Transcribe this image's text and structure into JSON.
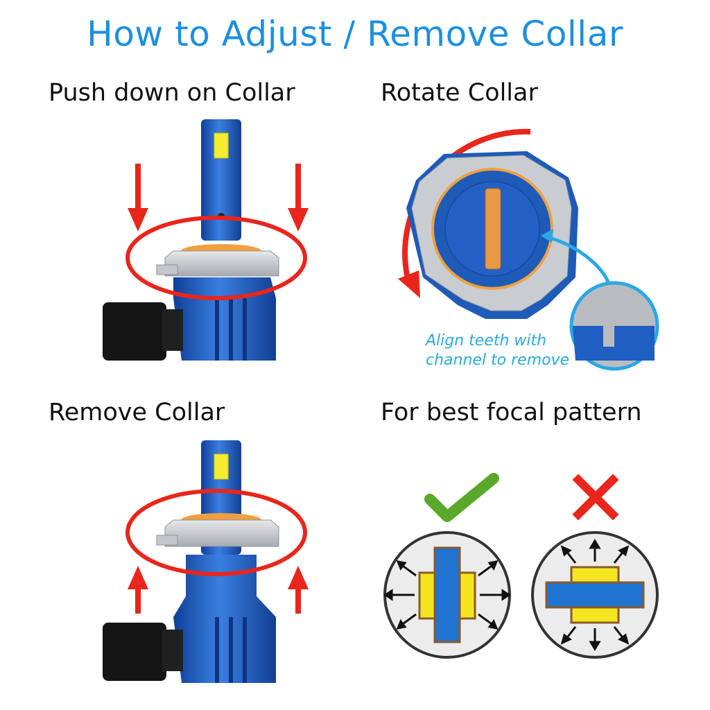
{
  "title": "How to Adjust / Remove Collar",
  "steps": [
    {
      "heading": "Push down on Collar"
    },
    {
      "heading": "Rotate Collar",
      "caption_line1": "Align teeth with",
      "caption_line2": "channel to remove"
    },
    {
      "heading": "Remove Collar"
    },
    {
      "heading": "For best focal pattern"
    }
  ],
  "icons": [
    "check-icon",
    "x-icon"
  ],
  "colors": {
    "title": "#1d8fe0",
    "arrow": "#e8261c",
    "bulb_blue": "#1f5fc2",
    "collar": "#c9ccd0",
    "caption": "#2ba7e6",
    "check": "#5aa82a",
    "led_yellow": "#f3e620"
  }
}
